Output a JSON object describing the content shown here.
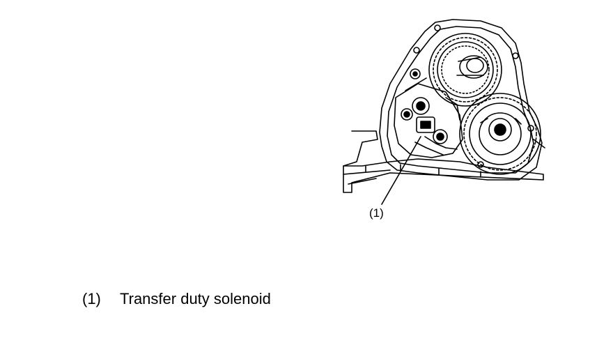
{
  "figure": {
    "callout_number": "(1)"
  },
  "legend": {
    "items": [
      {
        "number": "(1)",
        "text": "Transfer duty solenoid"
      }
    ]
  },
  "colors": {
    "ink": "#000000",
    "background": "#ffffff"
  },
  "icons": {
    "illustration": "transmission-transfer-case-line-drawing"
  }
}
